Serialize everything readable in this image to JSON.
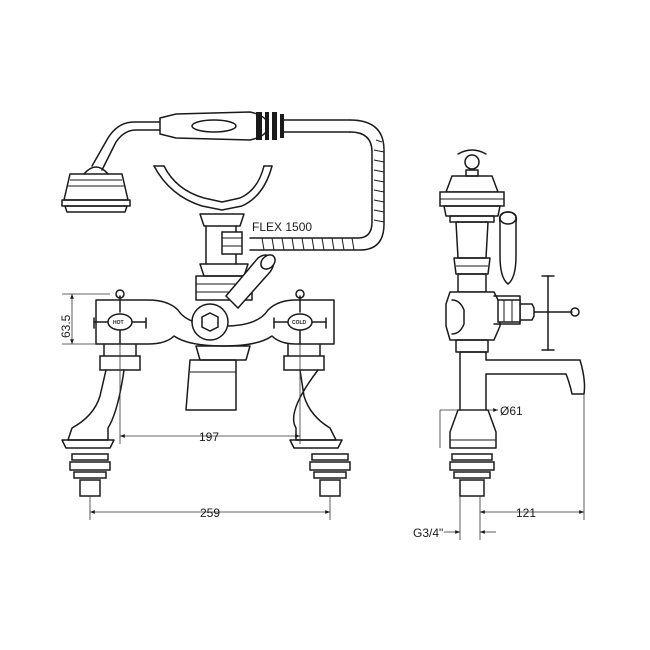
{
  "hose_label": "FLEX 1500",
  "dimensions": {
    "height": "63.5",
    "inner_centres": "197",
    "outer_width": "259",
    "diameter": "Ø61",
    "spout_reach": "121",
    "thread": "G3/4\""
  },
  "handle_labels": {
    "left": "HOT",
    "right": "COLD"
  }
}
